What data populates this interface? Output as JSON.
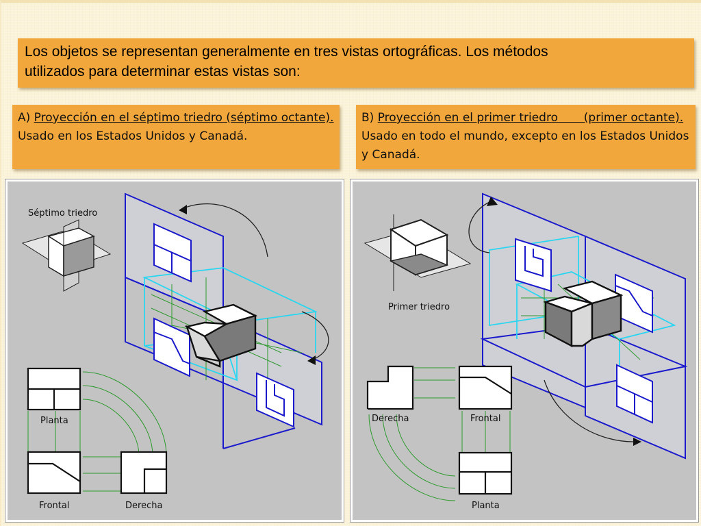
{
  "title": {
    "line1": "Los objetos se representan generalmente en tres vistas ortográficas. Los métodos",
    "line2": "utilizados para determinar estas vistas son:"
  },
  "section_a": {
    "prefix": "A) ",
    "underlined": "Proyección en el séptimo triedro (séptimo octante).",
    "rest": " Usado en los Estados Unidos y Canadá.",
    "figure_label": "Séptimo triedro",
    "view_top": "Planta",
    "view_front": "Frontal",
    "view_right": "Derecha"
  },
  "section_b": {
    "prefix": "B) ",
    "underlined": "Proyección en el primer triedro       (primer octante).",
    "rest": " Usado en todo el mundo, excepto en los Estados Unidos y Canadá.",
    "figure_label": "Primer triedro",
    "view_right": "Derecha",
    "view_front": "Frontal",
    "view_top": "Planta"
  },
  "colors": {
    "box_orange": "#f1a73b",
    "plane_blue": "#1a1acc",
    "projection_cyan": "#29d6f0",
    "guide_green": "#2e9a2e"
  }
}
